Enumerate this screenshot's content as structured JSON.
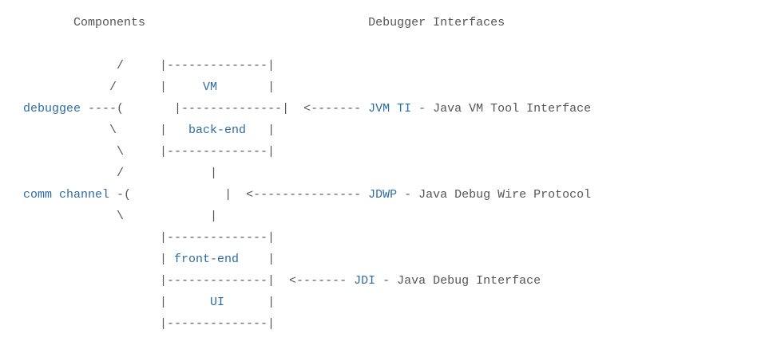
{
  "headings": {
    "components": "Components",
    "interfaces": "Debugger Interfaces"
  },
  "colors": {
    "text": "#555555",
    "highlight": "#2e6da4",
    "background": "#ffffff"
  },
  "lines": [
    [
      {
        "t": "          Components                               Debugger Interfaces",
        "c": "g"
      }
    ],
    [
      {
        "t": "",
        "c": "g"
      }
    ],
    [
      {
        "t": "                /     |--------------|",
        "c": "g"
      }
    ],
    [
      {
        "t": "               /      |     ",
        "c": "g"
      },
      {
        "t": "VM",
        "c": "b"
      },
      {
        "t": "       |",
        "c": "g"
      }
    ],
    [
      {
        "t": "   ",
        "c": "g"
      },
      {
        "t": "debuggee",
        "c": "b"
      },
      {
        "t": " ----(       |--------------|  <------- ",
        "c": "g"
      },
      {
        "t": "JVM TI",
        "c": "b"
      },
      {
        "t": " - Java VM Tool Interface",
        "c": "g"
      }
    ],
    [
      {
        "t": "               \\      |   ",
        "c": "g"
      },
      {
        "t": "back-end",
        "c": "b"
      },
      {
        "t": "   |",
        "c": "g"
      }
    ],
    [
      {
        "t": "                \\     |--------------|",
        "c": "g"
      }
    ],
    [
      {
        "t": "                /            |",
        "c": "g"
      }
    ],
    [
      {
        "t": "   ",
        "c": "g"
      },
      {
        "t": "comm channel",
        "c": "b"
      },
      {
        "t": " -(             |  <--------------- ",
        "c": "g"
      },
      {
        "t": "JDWP",
        "c": "b"
      },
      {
        "t": " - Java Debug Wire Protocol",
        "c": "g"
      }
    ],
    [
      {
        "t": "                \\            |",
        "c": "g"
      }
    ],
    [
      {
        "t": "                      |--------------|",
        "c": "g"
      }
    ],
    [
      {
        "t": "                      | ",
        "c": "g"
      },
      {
        "t": "front-end",
        "c": "b"
      },
      {
        "t": "    |",
        "c": "g"
      }
    ],
    [
      {
        "t": "                      |--------------|  <------- ",
        "c": "g"
      },
      {
        "t": "JDI",
        "c": "b"
      },
      {
        "t": " - Java Debug Interface",
        "c": "g"
      }
    ],
    [
      {
        "t": "                      |      ",
        "c": "g"
      },
      {
        "t": "UI",
        "c": "b"
      },
      {
        "t": "      |",
        "c": "g"
      }
    ],
    [
      {
        "t": "                      |--------------|",
        "c": "g"
      }
    ]
  ]
}
